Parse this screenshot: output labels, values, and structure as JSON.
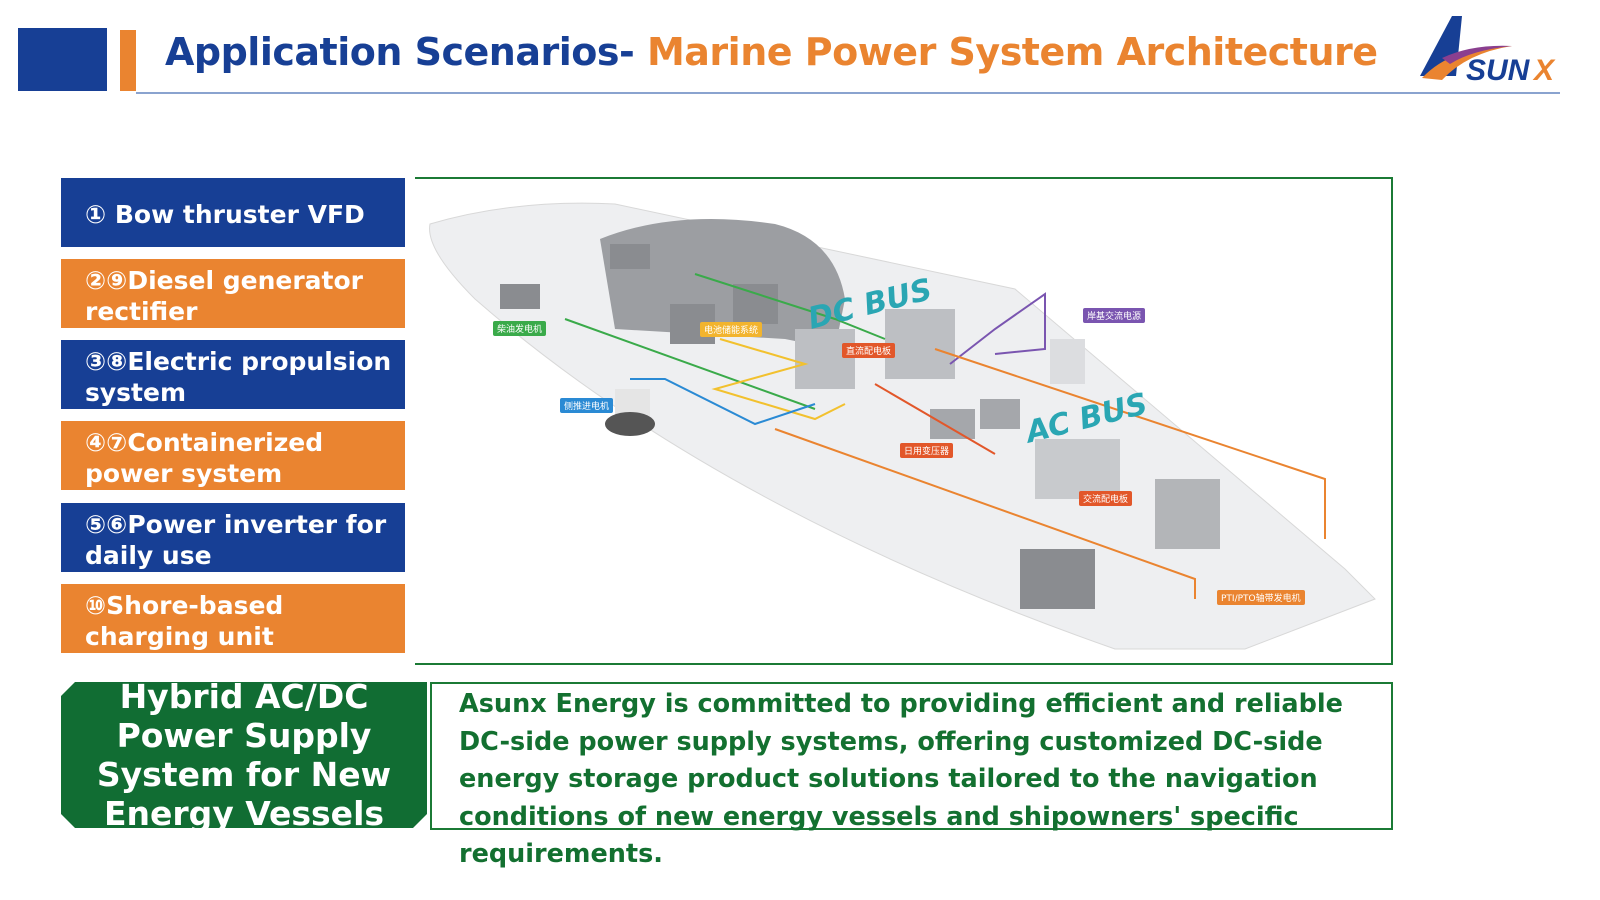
{
  "header": {
    "title_part1": "Application Scenarios- ",
    "title_part2": "Marine Power System Architecture",
    "logo_text": "ASUNX"
  },
  "components": [
    {
      "label": "① Bow thruster VFD",
      "color": "blue"
    },
    {
      "label": "②⑨Diesel generator rectifier",
      "color": "orange"
    },
    {
      "label": "③⑧Electric propulsion system",
      "color": "blue"
    },
    {
      "label": "④⑦Containerized power system",
      "color": "orange"
    },
    {
      "label": "⑤⑥Power inverter for daily use",
      "color": "blue"
    },
    {
      "label": "⑩Shore-based charging unit",
      "color": "orange"
    }
  ],
  "diagram": {
    "dc_bus": "DC BUS",
    "ac_bus": "AC BUS",
    "labels": {
      "diesel_generator": "柴油发电机",
      "battery_storage": "电池储能系统",
      "dc_switchboard": "直流配电板",
      "bow_thruster_motor": "侧推进电机",
      "shore_ac_power": "岸基交流电源",
      "daily_transformer": "日用变压器",
      "ac_switchboard": "交流配电板",
      "pti_pto": "PTI/PTO轴带发电机"
    }
  },
  "hybrid_title": "Hybrid AC/DC Power Supply System for New Energy Vessels",
  "description": "Asunx Energy is committed to providing efficient and reliable DC-side power supply systems, offering customized DC-side energy storage product solutions tailored to the navigation conditions of new energy vessels and shipowners' specific requirements.",
  "colors": {
    "blue": "#173f95",
    "orange": "#ea8430",
    "green": "#116d33",
    "bus": "#2aa6b3"
  }
}
